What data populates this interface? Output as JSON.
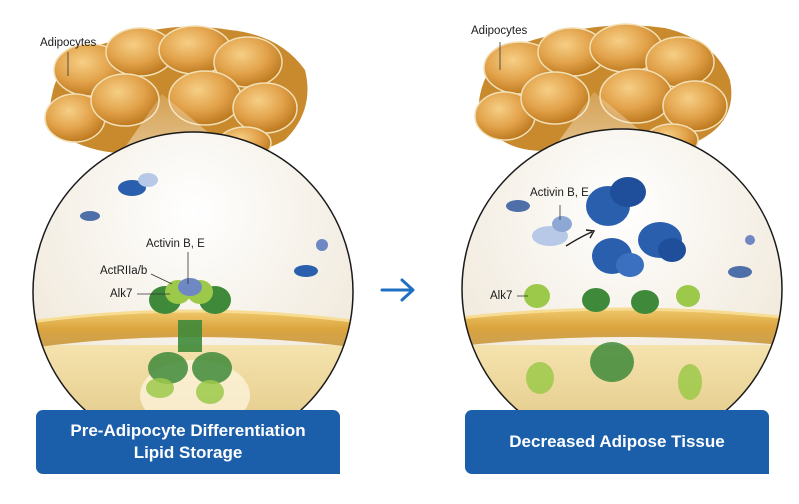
{
  "left_panel": {
    "cluster_label": "Adipocytes",
    "ligand_label": "Activin B, E",
    "receptor2_label": "ActRIIa/b",
    "receptor1_label": "Alk7",
    "banner_line1": "Pre-Adipocyte Differentiation",
    "banner_line2": "Lipid Storage"
  },
  "right_panel": {
    "cluster_label": "Adipocytes",
    "ligand_label": "Activin B, E",
    "receptor1_label": "Alk7",
    "banner_line1": "Decreased Adipose Tissue"
  },
  "colors": {
    "banner_blue": "#1b5ea9",
    "arrow_blue": "#1f6fc2",
    "adipocyte_gold": "#e2a24a",
    "membrane_gold": "#e3b257",
    "receptor_green": "#3f8a3a",
    "alk7_lime": "#9cc94a",
    "ligand_blue": "#2a5fae"
  }
}
